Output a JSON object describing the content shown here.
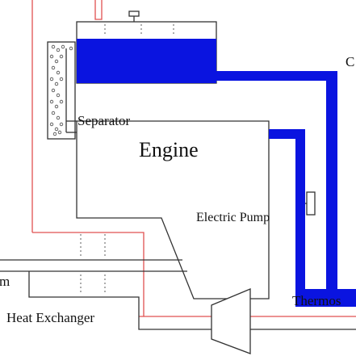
{
  "labels": {
    "separator": "Separator",
    "engine": "Engine",
    "electric_pump": "Electric Pump",
    "heat_exchanger": "Heat Exchanger",
    "thermostat": "Thermos",
    "edge_left": "m",
    "edge_right": "C"
  },
  "colors": {
    "coolant": "#0a14e0",
    "hot_line": "#e05050",
    "outline": "#333333",
    "bubble": "#444444"
  }
}
